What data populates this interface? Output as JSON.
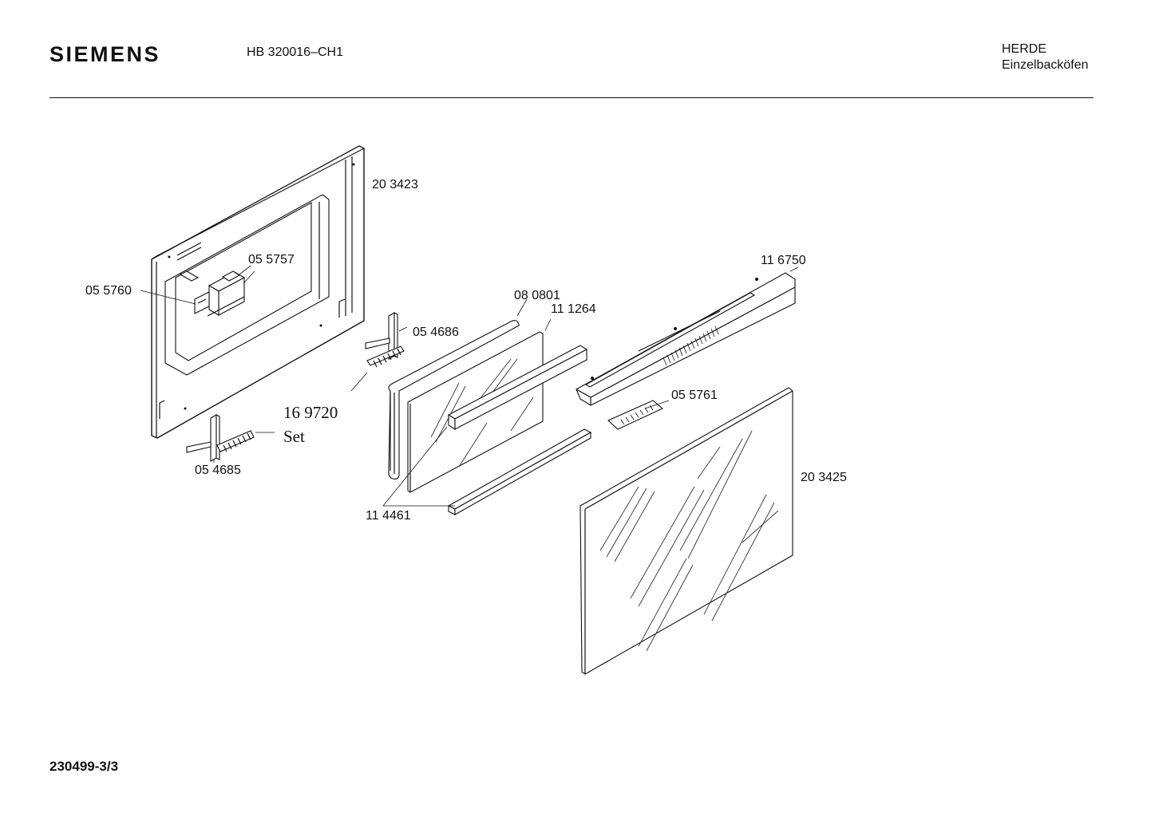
{
  "header": {
    "brand": "SIEMENS",
    "model": "HB 320016–CH1",
    "category_line1": "HERDE",
    "category_line2": "Einzelbacköfen"
  },
  "footer": {
    "page_ref": "230499-3/3"
  },
  "parts": {
    "p_203423": "20 3423",
    "p_055757": "05 5757",
    "p_055760": "05 5760",
    "p_054686": "05 4686",
    "p_169720": "16 9720",
    "p_set": "Set",
    "p_054685": "05 4685",
    "p_080801": "08 0801",
    "p_111264": "11 1264",
    "p_116750": "11 6750",
    "p_055761": "05 5761",
    "p_203425": "20 3425",
    "p_114461": "11 4461"
  }
}
